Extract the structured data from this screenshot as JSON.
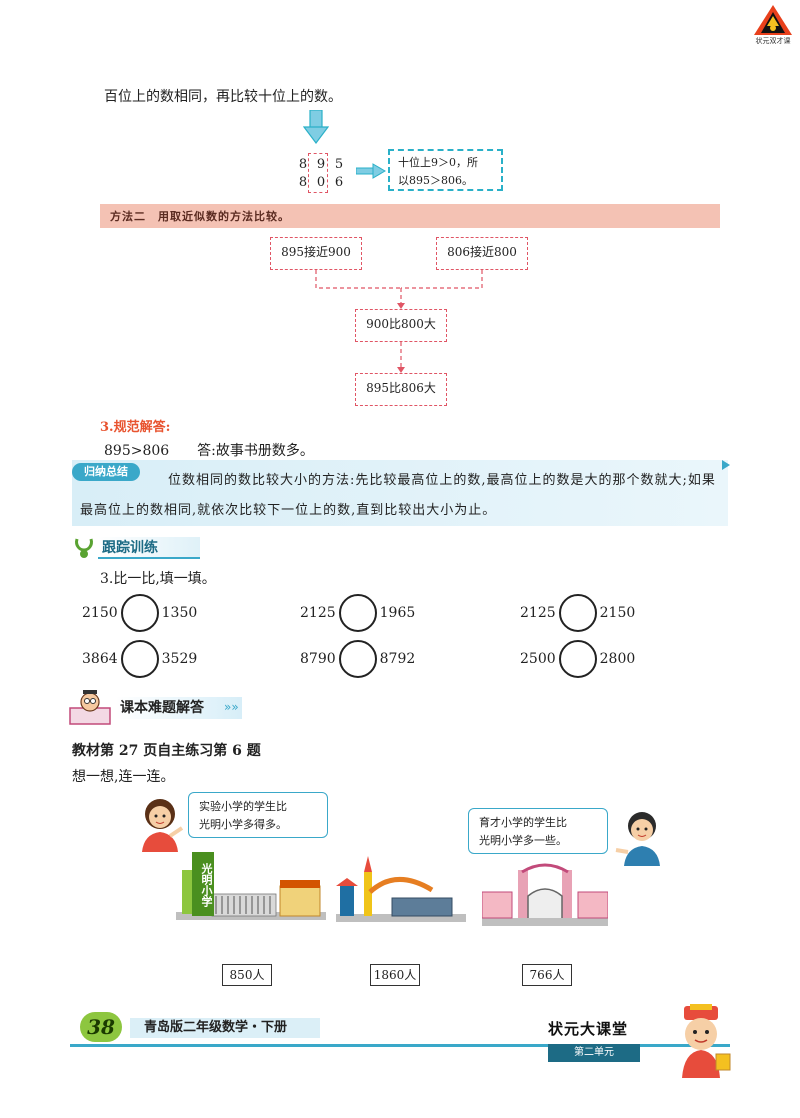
{
  "brand": {
    "logo_text": "状元双才课"
  },
  "method1": {
    "intro": "百位上的数相同，再比较十位上的数。",
    "row1": [
      "8",
      "9",
      "5"
    ],
    "row2": [
      "8",
      "0",
      "6"
    ],
    "note_line1": "十位上9＞0，所",
    "note_line2": "以895＞806。"
  },
  "method2": {
    "label": "方法二　用取近似数的方法比较。",
    "box1": "895接近900",
    "box2": "806接近800",
    "box3": "900比800大",
    "box4": "895比806大"
  },
  "section3": {
    "heading": "3.规范解答:",
    "answer": "895>806　　答:故事书册数多。"
  },
  "summary": {
    "pill": "归纳总结",
    "text": "位数相同的数比较大小的方法:先比较最高位上的数,最高位上的数是大的那个数就大;如果最高位上的数相同,就依次比较下一位上的数,直到比较出大小为止。"
  },
  "tracking": {
    "label": "跟踪训练",
    "question": "3.比一比,填一填。",
    "pairs": [
      {
        "left": "2150",
        "right": "1350"
      },
      {
        "left": "2125",
        "right": "1965"
      },
      {
        "left": "2125",
        "right": "2150"
      },
      {
        "left": "3864",
        "right": "3529"
      },
      {
        "left": "8790",
        "right": "8792"
      },
      {
        "left": "2500",
        "right": "2800"
      }
    ]
  },
  "textbook": {
    "label": "课本难题解答",
    "title": "教材第 27 页自主练习第 6 题",
    "instruction": "想一想,连一连。",
    "bubble_girl_1": "实验小学的学生比",
    "bubble_girl_2": "光明小学多得多。",
    "bubble_boy_1": "育才小学的学生比",
    "bubble_boy_2": "光明小学多一些。",
    "school_sign": "光明小学",
    "counts": [
      "850人",
      "1860人",
      "766人"
    ]
  },
  "footer": {
    "page": "38",
    "title": "青岛版二年级数学・下册",
    "brand": "状元大课堂",
    "unit": "第二单元"
  },
  "colors": {
    "accent": "#3aa8c9",
    "red_dash": "#e05565",
    "method_bg": "#f4c2b4",
    "heading_orange": "#e8532f"
  }
}
